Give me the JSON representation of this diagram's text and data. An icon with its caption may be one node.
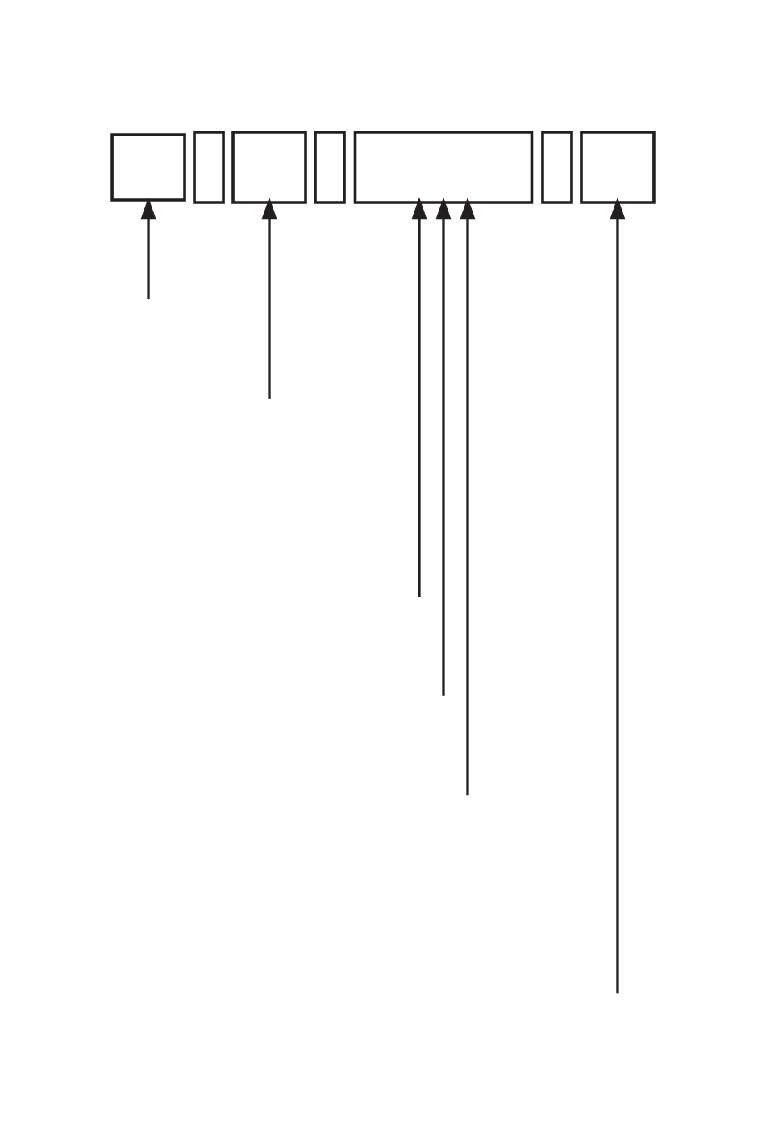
{
  "diagram": {
    "nodes": [
      {
        "text": [],
        "shape": "box"
      },
      {
        "text": [],
        "shape": "box"
      },
      {
        "text": [],
        "shape": "box"
      },
      {
        "text": [],
        "shape": "box"
      },
      {
        "text": [],
        "shape": "box"
      },
      {
        "text": [],
        "shape": "box"
      },
      {
        "text": [],
        "shape": "box"
      }
    ],
    "edges": [
      {
        "from": null,
        "to": 0,
        "arrow": "to"
      },
      {
        "from": null,
        "to": 2,
        "arrow": "to"
      },
      {
        "from": null,
        "to": 4,
        "arrow": "to"
      },
      {
        "from": null,
        "to": 4,
        "arrow": "to"
      },
      {
        "from": null,
        "to": 4,
        "arrow": "to"
      },
      {
        "from": null,
        "to": 6,
        "arrow": "to"
      }
    ]
  }
}
